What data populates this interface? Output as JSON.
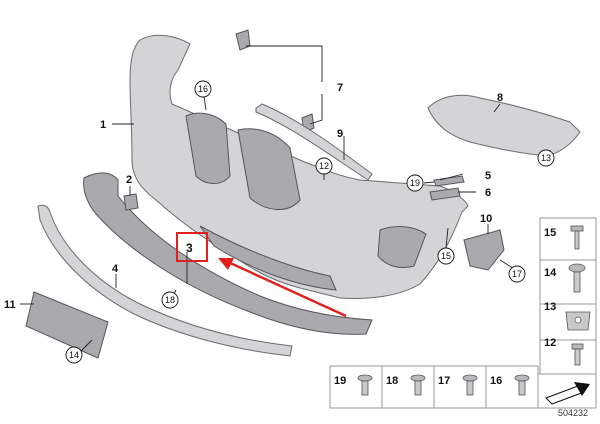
{
  "callouts": {
    "c1": "1",
    "c2": "2",
    "c3": "3",
    "c4": "4",
    "c5": "5",
    "c6": "6",
    "c7": "7",
    "c8": "8",
    "c9": "9",
    "c10": "10",
    "c11": "11"
  },
  "circled": {
    "n12": "12",
    "n13": "13",
    "n14": "14",
    "n15": "15",
    "n16": "16",
    "n17": "17",
    "n18": "18",
    "n19": "19"
  },
  "side_panel": [
    "15",
    "14",
    "13",
    "12"
  ],
  "bottom_panel": [
    "19",
    "18",
    "17",
    "16"
  ],
  "highlight": {
    "label": "3",
    "color": "#e0201c"
  },
  "arrow_color": "#e0201c",
  "diagram_id": "504232"
}
